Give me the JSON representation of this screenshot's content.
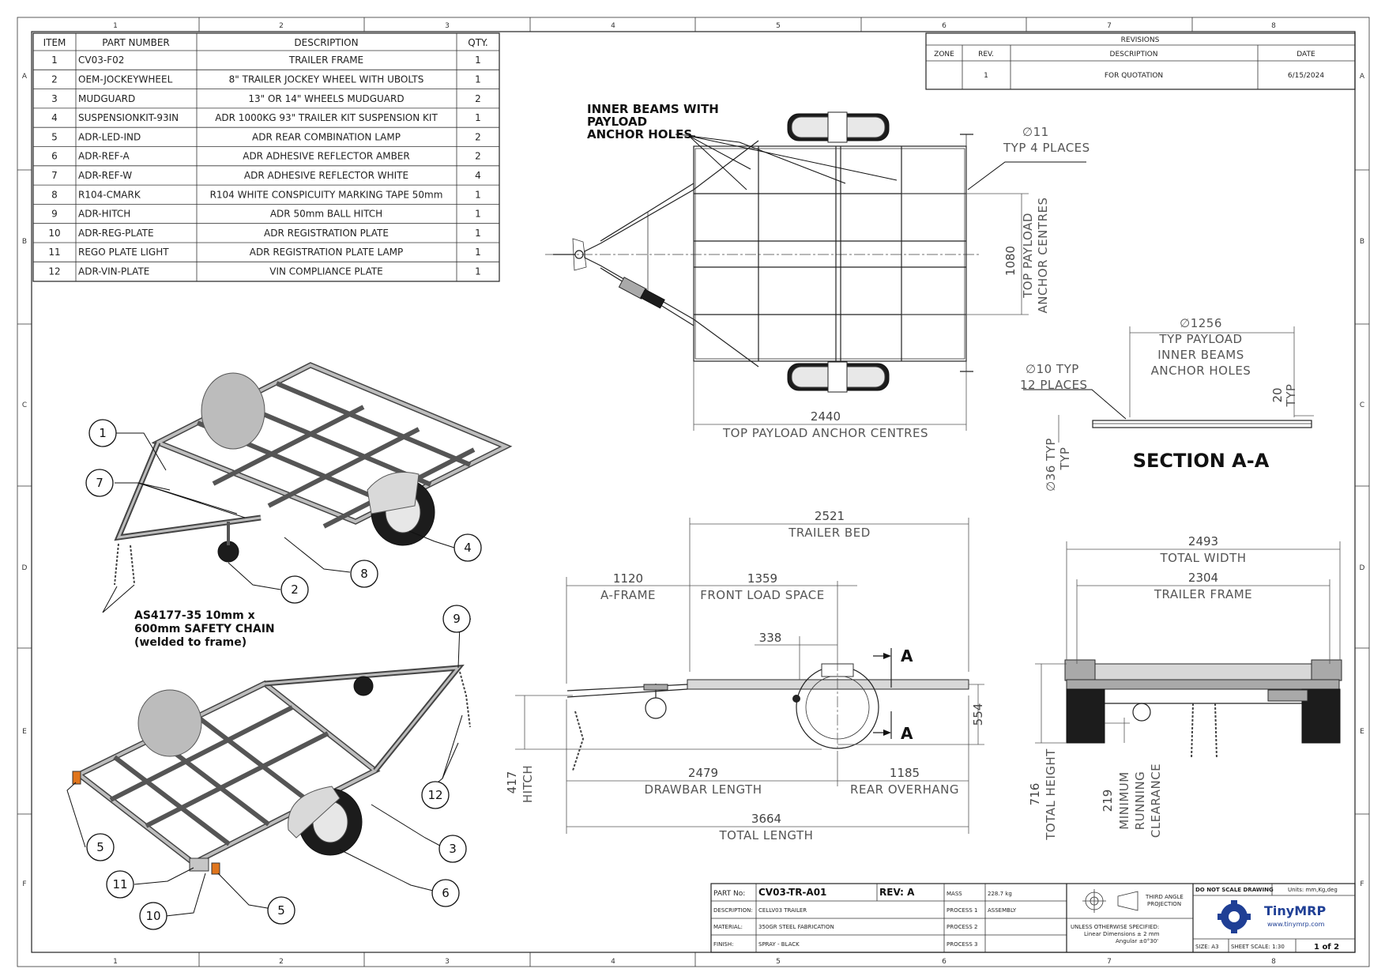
{
  "zones": {
    "columns": [
      "1",
      "2",
      "3",
      "4",
      "5",
      "6",
      "7",
      "8"
    ],
    "rows": [
      "A",
      "B",
      "C",
      "D",
      "E",
      "F"
    ]
  },
  "bom": {
    "headers": [
      "ITEM",
      "PART NUMBER",
      "DESCRIPTION",
      "QTY."
    ],
    "rows": [
      {
        "item": "1",
        "part": "CV03-F02",
        "desc": "TRAILER FRAME",
        "qty": "1"
      },
      {
        "item": "2",
        "part": "OEM-JOCKEYWHEEL",
        "desc": "8\" TRAILER JOCKEY WHEEL WITH UBOLTS",
        "qty": "1"
      },
      {
        "item": "3",
        "part": "MUDGUARD",
        "desc": "13\" OR 14\" WHEELS MUDGUARD",
        "qty": "2"
      },
      {
        "item": "4",
        "part": "SUSPENSIONKIT-93IN",
        "desc": "ADR 1000KG 93\" TRAILER KIT SUSPENSION KIT",
        "qty": "1"
      },
      {
        "item": "5",
        "part": "ADR-LED-IND",
        "desc": "ADR REAR COMBINATION LAMP",
        "qty": "2"
      },
      {
        "item": "6",
        "part": "ADR-REF-A",
        "desc": "ADR ADHESIVE REFLECTOR AMBER",
        "qty": "2"
      },
      {
        "item": "7",
        "part": "ADR-REF-W",
        "desc": "ADR ADHESIVE REFLECTOR WHITE",
        "qty": "4"
      },
      {
        "item": "8",
        "part": "R104-CMARK",
        "desc": "R104 WHITE CONSPICUITY MARKING TAPE 50mm",
        "qty": "1"
      },
      {
        "item": "9",
        "part": "ADR-HITCH",
        "desc": "ADR 50mm BALL HITCH",
        "qty": "1"
      },
      {
        "item": "10",
        "part": "ADR-REG-PLATE",
        "desc": "ADR REGISTRATION PLATE",
        "qty": "1"
      },
      {
        "item": "11",
        "part": "REGO PLATE LIGHT",
        "desc": "ADR REGISTRATION PLATE LAMP",
        "qty": "1"
      },
      {
        "item": "12",
        "part": "ADR-VIN-PLATE",
        "desc": "VIN COMPLIANCE PLATE",
        "qty": "1"
      }
    ]
  },
  "revisions": {
    "title": "REVISIONS",
    "headers": [
      "ZONE",
      "REV.",
      "DESCRIPTION",
      "DATE"
    ],
    "row": {
      "zone": "",
      "rev": "1",
      "desc": "FOR QUOTATION",
      "date": "6/15/2024"
    }
  },
  "top_view": {
    "note_line1": "INNER BEAMS WITH",
    "note_line2": "PAYLOAD",
    "note_line3": "ANCHOR HOLES",
    "hole_dia": "∅11",
    "hole_note": "TYP 4 PLACES",
    "dim_1080": "1080",
    "dim_1080_l1": "TOP PAYLOAD",
    "dim_1080_l2": "ANCHOR CENTRES",
    "dim_2440": "2440",
    "dim_2440_label": "TOP PAYLOAD ANCHOR CENTRES"
  },
  "section": {
    "dia_1256": "∅1256",
    "l1": "TYP PAYLOAD",
    "l2": "INNER BEAMS",
    "l3": "ANCHOR HOLES",
    "dia10": "∅10 TYP",
    "places12": "12 PLACES",
    "dim20": "20",
    "typ": "TYP",
    "dia36": "∅36 TYP",
    "title": "SECTION A-A"
  },
  "side_view": {
    "d2521": "2521",
    "trailer_bed": "TRAILER BED",
    "d1120": "1120",
    "a_frame": "A-FRAME",
    "d1359": "1359",
    "front_load": "FRONT LOAD SPACE",
    "d338": "338",
    "sec_a": "A",
    "d554": "554",
    "d417": "417",
    "hitch": "HITCH",
    "d2479": "2479",
    "drawbar": "DRAWBAR LENGTH",
    "d1185": "1185",
    "rear_overhang": "REAR OVERHANG",
    "d3664": "3664",
    "total_length": "TOTAL LENGTH"
  },
  "rear_view": {
    "d2493": "2493",
    "total_width": "TOTAL WIDTH",
    "d2304": "2304",
    "trailer_frame": "TRAILER FRAME",
    "d716": "716",
    "total_height": "TOTAL HEIGHT",
    "d219": "219",
    "min_l1": "MINIMUM",
    "min_l2": "RUNNING",
    "min_l3": "CLEARANCE"
  },
  "iso": {
    "chain_l1": "AS4177-35 10mm x",
    "chain_l2": "600mm SAFETY CHAIN",
    "chain_l3": "(welded to frame)",
    "balloons_top": [
      "1",
      "7",
      "2",
      "8",
      "4"
    ],
    "balloons_bottom": [
      "9",
      "12",
      "5",
      "3",
      "11",
      "6",
      "10",
      "5"
    ]
  },
  "title_block": {
    "part_no_label": "PART No:",
    "part_no": "CV03-TR-A01",
    "rev_label": "REV: A",
    "mass_label": "MASS",
    "mass": "228.7 kg",
    "desc_label": "DESCRIPTION:",
    "desc": "CELLV03 TRAILER",
    "process1_label": "PROCESS 1",
    "process1": "ASSEMBLY",
    "material_label": "MATERIAL:",
    "material": "350GR STEEL FABRICATION",
    "process2_label": "PROCESS 2",
    "finish_label": "FINISH:",
    "finish": "SPRAY - BLACK",
    "process3_label": "PROCESS 3",
    "projection_l1": "THIRD ANGLE",
    "projection_l2": "PROJECTION",
    "tol_l1": "UNLESS OTHERWISE SPECIFIED:",
    "tol_l2": "Linear Dimensions    ± 2 mm",
    "tol_l3": "Angular    ±0°30'",
    "do_not_scale": "DO NOT SCALE DRAWING",
    "units": "Units: mm,Kg,deg",
    "brand": "TinyMRP",
    "url": "www.tinymrp.com",
    "size": "SIZE: A3",
    "scale": "SHEET SCALE: 1:30",
    "sheet": "1 of 2"
  },
  "colors": {
    "ink": "#1a1a1a",
    "frame": "#d8d8d8",
    "tyre": "#1c1c1c",
    "brand": "#1f3f95"
  }
}
